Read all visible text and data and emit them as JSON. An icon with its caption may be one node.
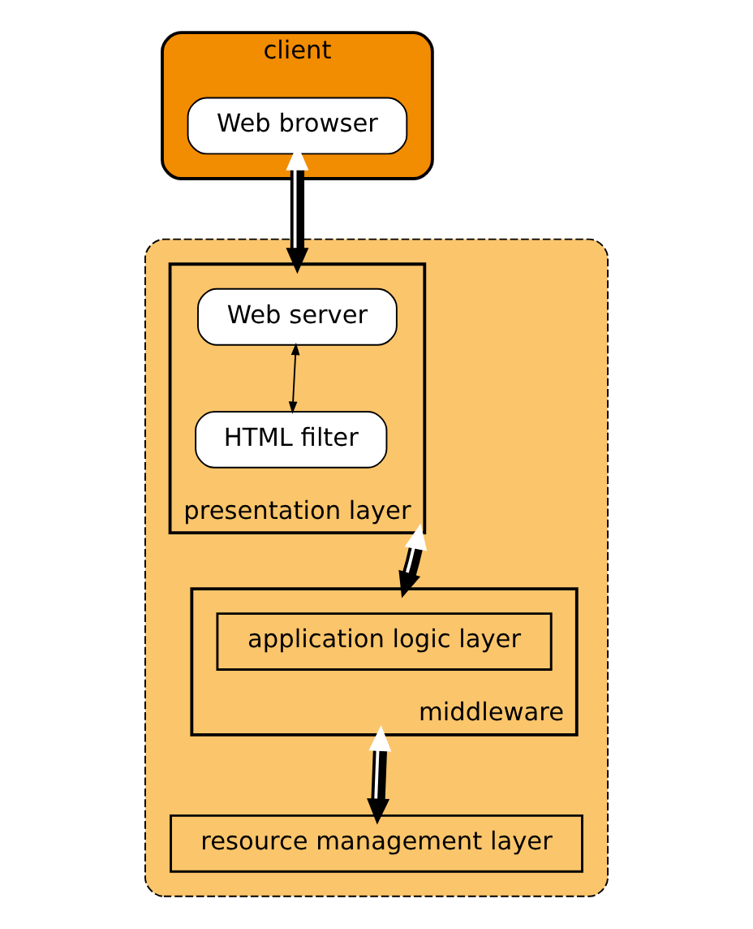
{
  "diagram": {
    "nodes": [
      {
        "text": [
          "client"
        ]
      },
      {
        "text": [
          "Web browser"
        ],
        "in": 0
      },
      {
        "text": [],
        "shape": "box"
      },
      {
        "text": [
          "presentation layer"
        ],
        "in": 2
      },
      {
        "text": [
          "Web server"
        ],
        "in": 3
      },
      {
        "text": [
          "HTML filter"
        ],
        "in": 3
      },
      {
        "text": [
          "middleware"
        ],
        "in": 2
      },
      {
        "text": [
          "application logic layer"
        ],
        "in": 6
      },
      {
        "text": [
          "resource management layer"
        ],
        "in": 2
      }
    ],
    "edges": [
      {
        "from": 1,
        "to": 3,
        "arrow": "both"
      },
      {
        "from": 4,
        "to": 5,
        "arrow": "both"
      },
      {
        "from": 3,
        "to": 6,
        "arrow": "both"
      },
      {
        "from": 6,
        "to": 8,
        "arrow": "both"
      }
    ]
  }
}
